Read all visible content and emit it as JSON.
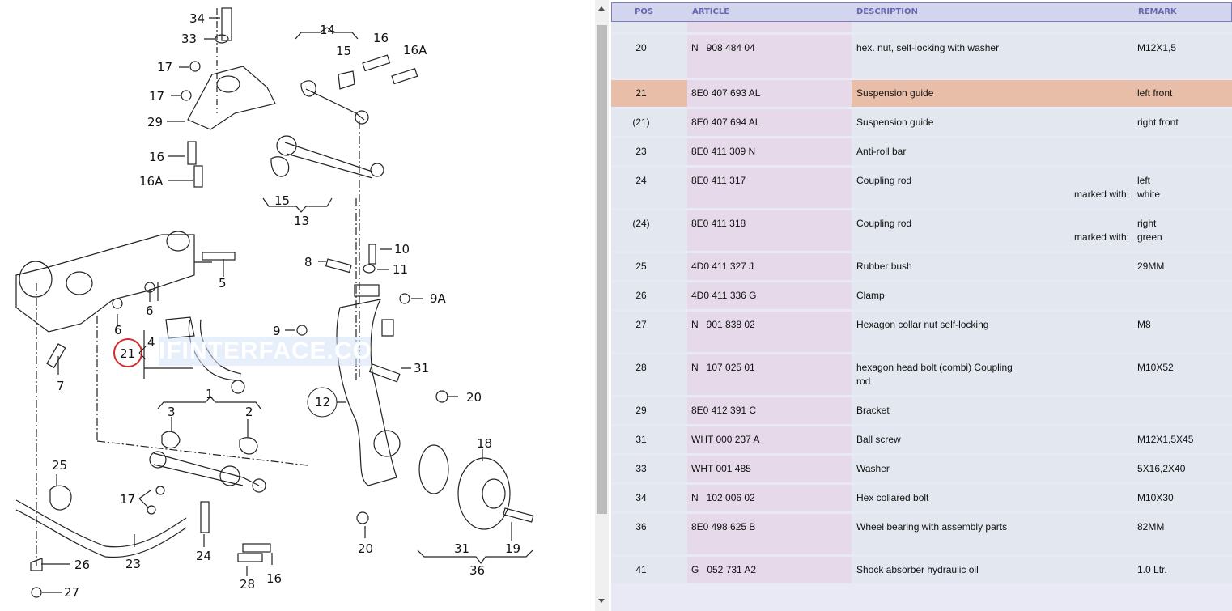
{
  "diagram": {
    "watermark": "IFINTERFACE.COM",
    "highlighted_callout": "21",
    "callouts": [
      "34",
      "33",
      "17",
      "17",
      "29",
      "16",
      "16A",
      "14",
      "15",
      "16",
      "16A",
      "15",
      "13",
      "5",
      "6",
      "6",
      "4",
      "21",
      "7",
      "8",
      "10",
      "11",
      "9A",
      "9",
      "31",
      "12",
      "20",
      "1",
      "3",
      "2",
      "25",
      "17",
      "23",
      "24",
      "26",
      "27",
      "28",
      "16",
      "20",
      "18",
      "31",
      "19",
      "36"
    ]
  },
  "scrollbar": {
    "up_icon": "triangle-up",
    "down_icon": "triangle-down"
  },
  "table": {
    "headers": {
      "pos": "POS",
      "article": "ARTICLE",
      "description": "DESCRIPTION",
      "remark": "REMARK"
    },
    "rows": [
      {
        "pos": "20",
        "article": "N   908 484 04",
        "description": "hex. nut, self-locking with washer",
        "mark": "",
        "remark": "M12X1,5",
        "remark2": "",
        "selected": false
      },
      {
        "pos": "21",
        "article": "8E0 407 693 AL",
        "description": "Suspension guide",
        "mark": "",
        "remark": "left front",
        "remark2": "",
        "selected": true
      },
      {
        "pos": "(21)",
        "article": "8E0 407 694 AL",
        "description": "Suspension guide",
        "mark": "",
        "remark": "right front",
        "remark2": "",
        "selected": false
      },
      {
        "pos": "23",
        "article": "8E0 411 309 N",
        "description": "Anti-roll bar",
        "mark": "",
        "remark": "",
        "remark2": "",
        "selected": false
      },
      {
        "pos": "24",
        "article": "8E0 411 317",
        "description": "Coupling rod",
        "mark": "marked with:",
        "remark": "left",
        "remark2": "white",
        "selected": false
      },
      {
        "pos": "(24)",
        "article": "8E0 411 318",
        "description": "Coupling rod",
        "mark": "marked with:",
        "remark": "right",
        "remark2": "green",
        "selected": false
      },
      {
        "pos": "25",
        "article": "4D0 411 327 J",
        "description": "Rubber bush",
        "mark": "",
        "remark": "29MM",
        "remark2": "",
        "selected": false
      },
      {
        "pos": "26",
        "article": "4D0 411 336 G",
        "description": "Clamp",
        "mark": "",
        "remark": "",
        "remark2": "",
        "selected": false
      },
      {
        "pos": "27",
        "article": "N   901 838 02",
        "description": "Hexagon collar nut self-locking",
        "mark": "",
        "remark": "M8",
        "remark2": "",
        "selected": false
      },
      {
        "pos": "28",
        "article": "N   107 025 01",
        "description": "hexagon head bolt (combi) Coupling rod",
        "mark": "",
        "remark": "M10X52",
        "remark2": "",
        "selected": false
      },
      {
        "pos": "29",
        "article": "8E0 412 391 C",
        "description": "Bracket",
        "mark": "",
        "remark": "",
        "remark2": "",
        "selected": false
      },
      {
        "pos": "31",
        "article": "WHT 000 237 A",
        "description": "Ball screw",
        "mark": "",
        "remark": "M12X1,5X45",
        "remark2": "",
        "selected": false
      },
      {
        "pos": "33",
        "article": "WHT 001 485",
        "description": "Washer",
        "mark": "",
        "remark": "5X16,2X40",
        "remark2": "",
        "selected": false
      },
      {
        "pos": "34",
        "article": "N   102 006 02",
        "description": "Hex collared bolt",
        "mark": "",
        "remark": "M10X30",
        "remark2": "",
        "selected": false
      },
      {
        "pos": "36",
        "article": "8E0 498 625 B",
        "description": "Wheel bearing with assembly parts",
        "mark": "",
        "remark": "82MM",
        "remark2": "",
        "selected": false
      },
      {
        "pos": "41",
        "article": "G   052 731 A2",
        "description": "Shock absorber hydraulic oil",
        "mark": "",
        "remark": "1.0 Ltr.",
        "remark2": "",
        "selected": false
      }
    ]
  },
  "colors": {
    "header_bg": "#d3d4ee",
    "header_text": "#6a67ae",
    "row_bg": "#e3e7f0",
    "article_col_bg": "#e5d9ea",
    "selected_row_bg": "#e9bea8",
    "callout_highlight": "#d42a2a"
  }
}
